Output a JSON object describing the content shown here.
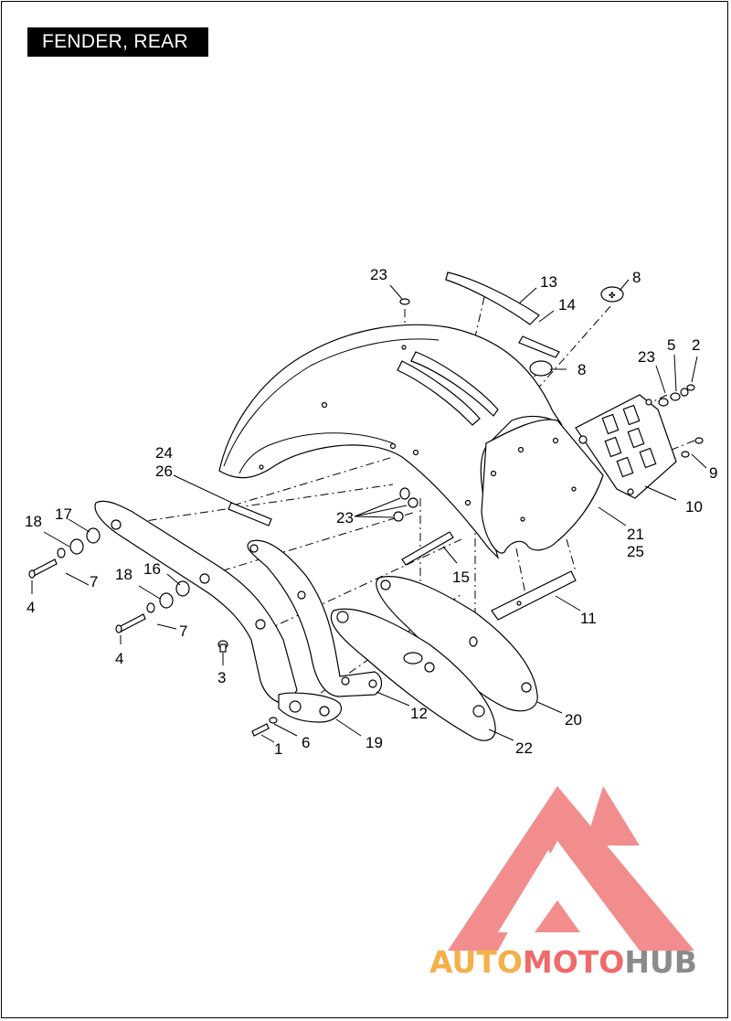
{
  "title": "FENDER, REAR",
  "watermark": {
    "part1": "AUTO",
    "part2": "MOTO",
    "part3": "HUB"
  },
  "callouts": {
    "c23a": "23",
    "c13": "13",
    "c8a": "8",
    "c14": "14",
    "c8b": "8",
    "c23b": "23",
    "c5": "5",
    "c2": "2",
    "c24": "24",
    "c26": "26",
    "c17": "17",
    "c18a": "18",
    "c23c": "23",
    "c9": "9",
    "c10": "10",
    "c21": "21",
    "c25": "25",
    "c7a": "7",
    "c4a": "4",
    "c16": "16",
    "c18b": "18",
    "c15": "15",
    "c11": "11",
    "c7b": "7",
    "c4b": "4",
    "c3": "3",
    "c12": "12",
    "c20": "20",
    "c6": "6",
    "c19": "19",
    "c1": "1",
    "c22": "22"
  },
  "colors": {
    "logo_red": "#f07a7a",
    "logo_orange": "#f5b04a",
    "logo_gray": "#8b8b8b"
  }
}
